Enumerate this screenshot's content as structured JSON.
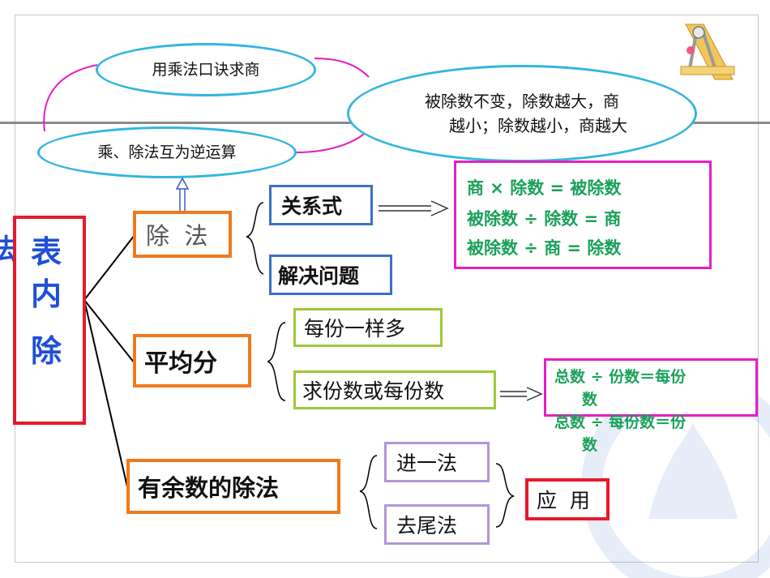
{
  "bubbles": {
    "top": "用乘法口诀求商",
    "left": "乘、除法互为逆运算",
    "right_line1": "被除数不变，除数越大，商",
    "right_line2": "越小；除数越小，商越大"
  },
  "root": {
    "chars": [
      "表",
      "内",
      "除"
    ],
    "edge_glyph": "法"
  },
  "branches": {
    "division": "除  法",
    "even_share": "平均分",
    "remainder": "有余数的除法"
  },
  "division_children": {
    "relation": "关系式",
    "solve": "解决问题"
  },
  "relation_formulas": [
    "商 × 除数  =  被除数",
    "被除数 ÷ 除数  =  商",
    "被除数 ÷ 商  =  除数"
  ],
  "share_children": {
    "equal": "每份一样多",
    "find": "求份数或每份数"
  },
  "share_formulas": {
    "f1_line1": "总数 ÷ 份数＝每份",
    "f1_line2": "数",
    "f2_line1": "总数 ÷ 每份数＝份",
    "f2_line2": "数"
  },
  "remainder_children": {
    "round_up": "进一法",
    "round_down": "去尾法",
    "apply": "应  用"
  }
}
